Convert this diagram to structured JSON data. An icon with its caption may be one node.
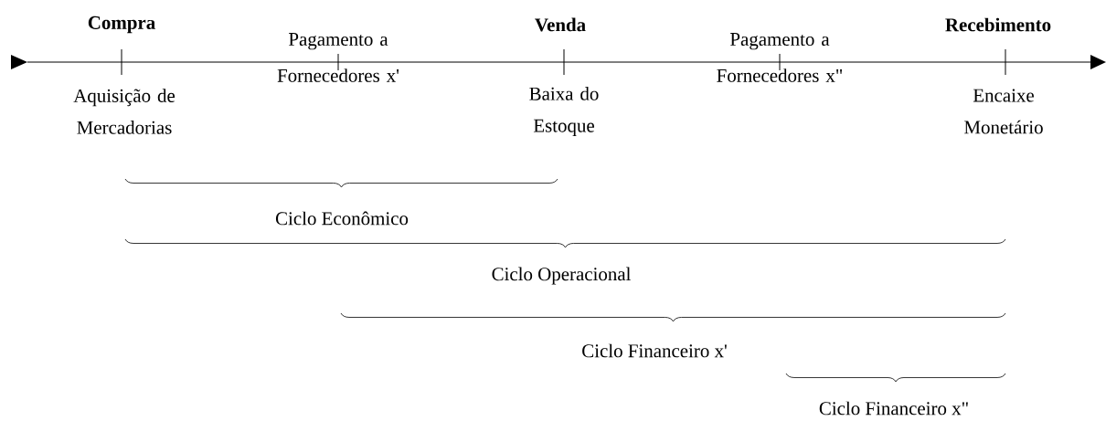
{
  "diagram": {
    "labels": [
      "Compra",
      "Pagamento a Fornecedores x'",
      "Venda",
      "Pagamento a Fornecedores x\"",
      "Recebimento",
      "Aquisição de Mercadorias",
      "Baixa do Estoque",
      "Encaixe Monetário",
      "Ciclo Econômico",
      "Ciclo Operacional",
      "Ciclo Financeiro x'",
      "Ciclo Financeiro x\""
    ]
  }
}
